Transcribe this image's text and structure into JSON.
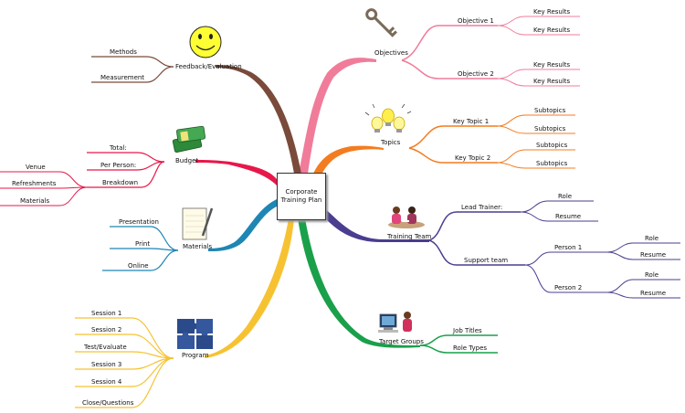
{
  "central_topic": {
    "line1": "Corporate",
    "line2": "Training Plan"
  },
  "branches": {
    "objectives": {
      "label": "Objectives",
      "color": "#f07c9a",
      "children": [
        {
          "label": "Objective 1",
          "children": [
            "Key Results",
            "Key Results"
          ]
        },
        {
          "label": "Objective 2",
          "children": [
            "Key Results",
            "Key Results"
          ]
        }
      ]
    },
    "topics": {
      "label": "Topics",
      "color": "#f47c20",
      "children": [
        {
          "label": "Key Topic 1",
          "children": [
            "Subtopics",
            "Subtopics"
          ]
        },
        {
          "label": "Key Topic 2",
          "children": [
            "Subtopics",
            "Subtopics"
          ]
        }
      ]
    },
    "training_team": {
      "label": "Training Team",
      "color": "#4b3d8f",
      "children": [
        {
          "label": "Lead Trainer:",
          "children": [
            "Role",
            "Resume"
          ]
        },
        {
          "label": "Support team",
          "children": [
            {
              "label": "Person 1",
              "children": [
                "Role",
                "Resume"
              ]
            },
            {
              "label": "Person 2",
              "children": [
                "Role",
                "Resume"
              ]
            }
          ]
        }
      ]
    },
    "target_groups": {
      "label": "Target Groups",
      "color": "#1aa04a",
      "children": [
        "Job Titles",
        "Role Types"
      ]
    },
    "program": {
      "label": "Program",
      "color": "#f7c232",
      "children": [
        "Session 1",
        "Session 2",
        "Test/Evaluate",
        "Session 3",
        "Session 4",
        "Close/Questions"
      ]
    },
    "materials": {
      "label": "Materials",
      "color": "#1e86b4",
      "children": [
        "Presentation",
        "Print",
        "Online"
      ]
    },
    "budget": {
      "label": "Budget",
      "color": "#e8174a",
      "children": [
        {
          "label": "Total:"
        },
        {
          "label": "Per Person:"
        },
        {
          "label": "Breakdown",
          "children": [
            "Venue",
            "Refreshments",
            "Materials"
          ]
        }
      ]
    },
    "feedback": {
      "label": "Feedback/Evaluation",
      "color": "#7a4a3a",
      "children": [
        "Methods",
        "Measurement"
      ]
    }
  },
  "icons": {
    "objectives": "key-icon",
    "topics": "lightbulbs-icon",
    "training_team": "meeting-people-icon",
    "target_groups": "computer-user-icon",
    "program": "puzzle-icon",
    "materials": "notepad-pencil-icon",
    "budget": "money-stack-icon",
    "feedback": "smiley-face-icon"
  }
}
